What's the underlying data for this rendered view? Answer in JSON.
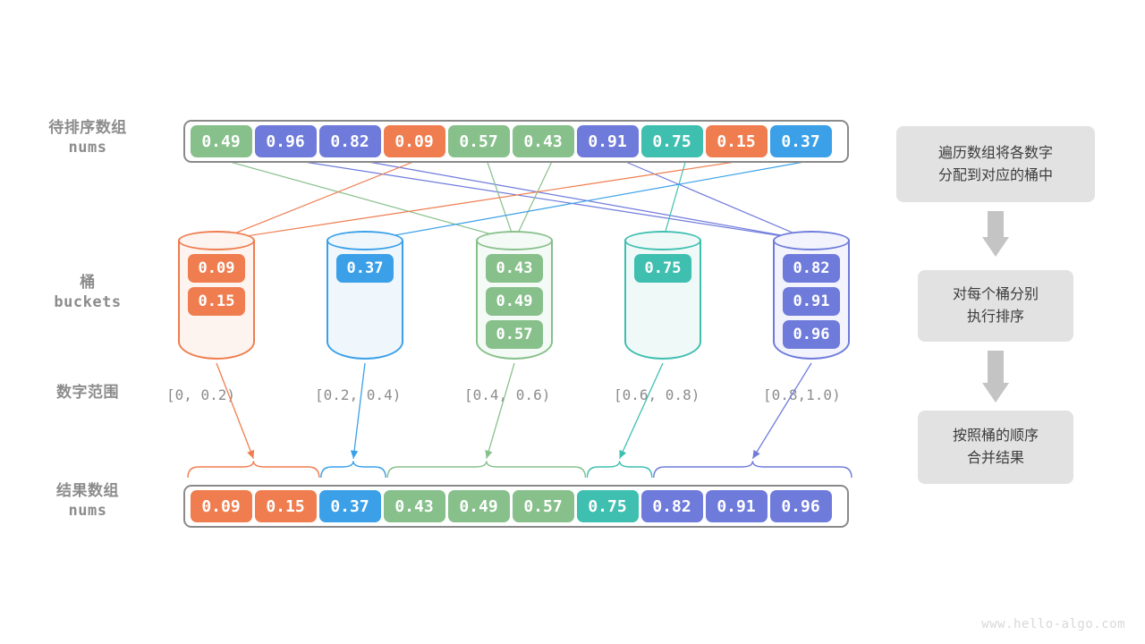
{
  "watermark": "www.hello-algo.com",
  "labels": {
    "input_cn": "待排序数组",
    "input_en": "nums",
    "buckets_cn": "桶",
    "buckets_en": "buckets",
    "ranges_cn": "数字范围",
    "result_cn": "结果数组",
    "result_en": "nums"
  },
  "colors": {
    "orange": "#EF7D4F",
    "blue": "#3BA0E8",
    "green": "#87C08B",
    "teal": "#3FBFB0",
    "purple": "#6F7BDB",
    "frame": "#8a8a8a",
    "text_gray": "#8c8c8c",
    "step_bg": "#e2e2e2",
    "step_arrow": "#c4c4c4"
  },
  "input_array": {
    "values": [
      "0.49",
      "0.96",
      "0.82",
      "0.09",
      "0.57",
      "0.43",
      "0.91",
      "0.75",
      "0.15",
      "0.37"
    ],
    "colors": [
      "#87C08B",
      "#6F7BDB",
      "#6F7BDB",
      "#EF7D4F",
      "#87C08B",
      "#87C08B",
      "#6F7BDB",
      "#3FBFB0",
      "#EF7D4F",
      "#3BA0E8"
    ]
  },
  "buckets": [
    {
      "range": "[0, 0.2)",
      "color": "#EF7D4F",
      "fill": "#fdf3ef",
      "values": [
        "0.09",
        "0.15"
      ]
    },
    {
      "range": "[0.2, 0.4)",
      "color": "#3BA0E8",
      "fill": "#eff7fd",
      "values": [
        "0.37"
      ]
    },
    {
      "range": "[0.4, 0.6)",
      "color": "#87C08B",
      "fill": "#f4faf5",
      "values": [
        "0.43",
        "0.49",
        "0.57"
      ]
    },
    {
      "range": "[0.6, 0.8)",
      "color": "#3FBFB0",
      "fill": "#eff9f8",
      "values": [
        "0.75"
      ]
    },
    {
      "range": "[0.8,1.0)",
      "color": "#6F7BDB",
      "fill": "#f2f3fc",
      "values": [
        "0.82",
        "0.91",
        "0.96"
      ]
    }
  ],
  "result_array": {
    "values": [
      "0.09",
      "0.15",
      "0.37",
      "0.43",
      "0.49",
      "0.57",
      "0.75",
      "0.82",
      "0.91",
      "0.96"
    ],
    "colors": [
      "#EF7D4F",
      "#EF7D4F",
      "#3BA0E8",
      "#87C08B",
      "#87C08B",
      "#87C08B",
      "#3FBFB0",
      "#6F7BDB",
      "#6F7BDB",
      "#6F7BDB"
    ]
  },
  "steps": [
    {
      "line1": "遍历数组将各数字",
      "line2": "分配到对应的桶中"
    },
    {
      "line1": "对每个桶分别",
      "line2": "执行排序"
    },
    {
      "line1": "按照桶的顺序",
      "line2": "合并结果"
    }
  ]
}
